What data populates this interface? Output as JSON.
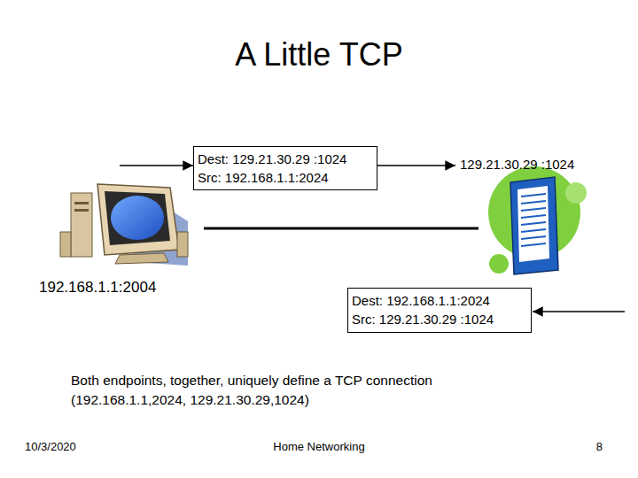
{
  "diagram": {
    "title": "A Little TCP",
    "nodes": [
      {
        "text": [
          "Dest: 129.21.30.29 :1024",
          "Src: 192.168.1.1:2024"
        ]
      },
      {
        "text": [
          "Dest: 192.168.1.1:2024",
          "Src: 129.21.30.29 :1024"
        ]
      }
    ],
    "labels": [
      "192.168.1.1:2004",
      "129.21.30.29 :1024",
      "Both endpoints, together, uniquely define a TCP connection (192.168.1.1,2024, 129.21.30.29,1024)",
      "10/3/2020",
      "Home Networking",
      "8"
    ]
  }
}
